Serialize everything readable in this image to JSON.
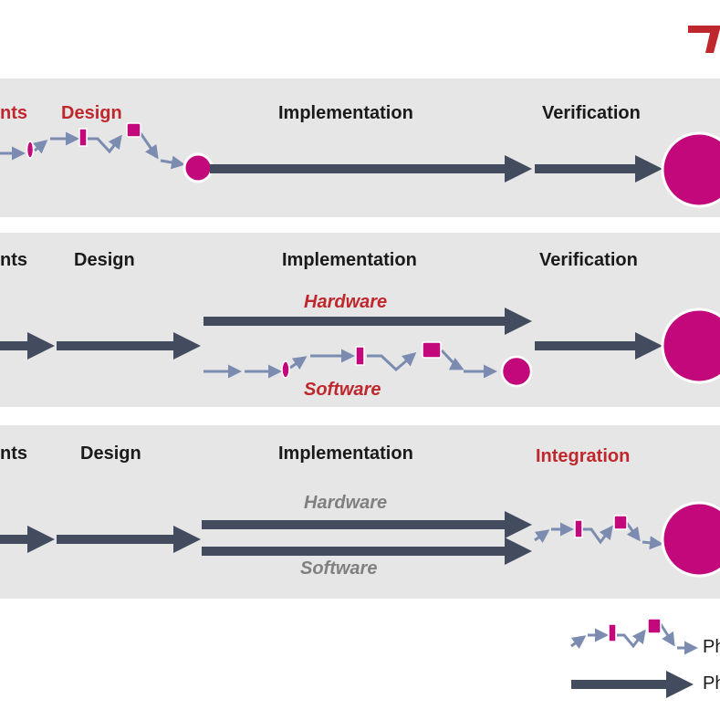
{
  "rows": [
    {
      "labels": {
        "requirements": "nts",
        "design": "Design",
        "implementation": "Implementation",
        "last": "Verification"
      }
    },
    {
      "labels": {
        "requirements": "nts",
        "design": "Design",
        "implementation": "Implementation",
        "last": "Verification"
      },
      "hardware_label": "Hardware",
      "software_label": "Software"
    },
    {
      "labels": {
        "requirements": "nts",
        "design": "Design",
        "implementation": "Implementation",
        "last": "Integration"
      },
      "hardware_label": "Hardware",
      "software_label": "Software"
    }
  ],
  "legend": [
    {
      "icon": "iterative-path-icon",
      "label": "Ph"
    },
    {
      "icon": "linear-arrow-icon",
      "label": "Ph"
    }
  ],
  "colors": {
    "band": "#e6e6e6",
    "accent_red": "#c0272d",
    "milestone_magenta": "#c2087a",
    "arrow_dark": "#434b5e",
    "arrow_light": "#7b8cb0"
  },
  "logo_icon": "brand-logo-icon"
}
